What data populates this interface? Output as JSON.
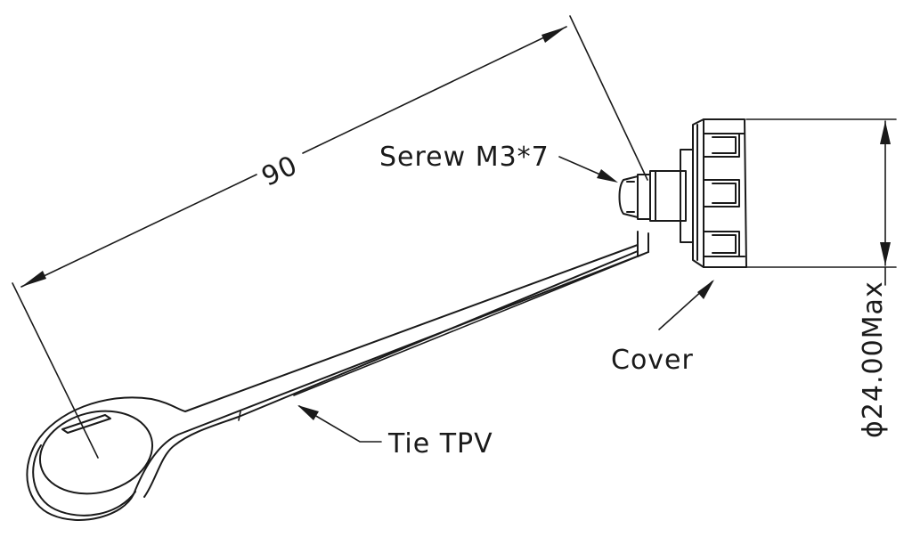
{
  "labels": {
    "screw": "Serew M3*7",
    "cover": "Cover",
    "tie": "Tie TPV"
  },
  "dimensions": {
    "length": "90",
    "diameter": "ϕ24.00Max"
  }
}
